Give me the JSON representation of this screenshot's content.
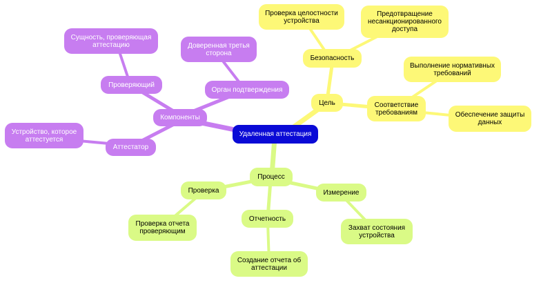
{
  "colors": {
    "root": "#0a0ad6",
    "components_branch": "#c77df0",
    "goal_branch": "#fdf877",
    "process_branch": "#dafa86"
  },
  "root": {
    "label": "Удаленная аттестация"
  },
  "components": {
    "label": "Компоненты",
    "verifier": {
      "label": "Проверяющий",
      "child": "Сущность, проверяющая аттестацию"
    },
    "authority": {
      "label": "Орган подтверждения",
      "child": "Доверенная третья сторона"
    },
    "attester": {
      "label": "Аттестатор",
      "child": "Устройство, которое аттестуется"
    }
  },
  "goal": {
    "label": "Цель",
    "security": {
      "label": "Безопасность",
      "children": [
        "Проверка целостности устройства",
        "Предотвращение несанкционированного доступа"
      ]
    },
    "compliance": {
      "label": "Соответствие требованиям",
      "children": [
        "Выполнение нормативных требований",
        "Обеспечение защиты данных"
      ]
    }
  },
  "process": {
    "label": "Процесс",
    "check": {
      "label": "Проверка",
      "child": "Проверка отчета проверяющим"
    },
    "reporting": {
      "label": "Отчетность",
      "child": "Создание отчета об аттестации"
    },
    "measurement": {
      "label": "Измерение",
      "child": "Захват состояния устройства"
    }
  }
}
